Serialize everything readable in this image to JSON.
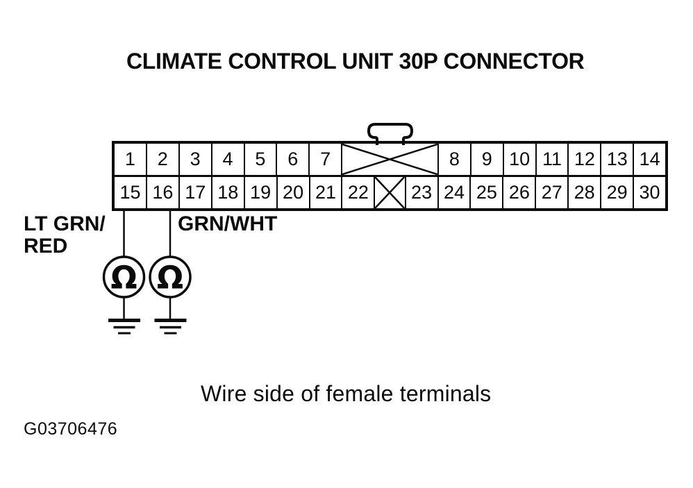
{
  "title": "CLIMATE CONTROL UNIT 30P CONNECTOR",
  "connector": {
    "top_row": {
      "left_pins": [
        "1",
        "2",
        "3",
        "4",
        "5",
        "6",
        "7"
      ],
      "right_pins": [
        "8",
        "9",
        "10",
        "11",
        "12",
        "13",
        "14"
      ]
    },
    "bottom_row": {
      "left_pins": [
        "15",
        "16",
        "17",
        "18",
        "19",
        "20",
        "21",
        "22"
      ],
      "right_pins": [
        "23",
        "24",
        "25",
        "26",
        "27",
        "28",
        "29",
        "30"
      ]
    }
  },
  "wires": [
    {
      "pin": "15",
      "label_line1": "LT GRN/",
      "label_line2": "RED"
    },
    {
      "pin": "16",
      "label_line1": "GRN/WHT",
      "label_line2": ""
    }
  ],
  "ohmmeter_symbol": "Ω",
  "caption": "Wire side of female terminals",
  "figure_id": "G03706476",
  "colors": {
    "ink": "#0b0b0b",
    "background": "#ffffff"
  }
}
